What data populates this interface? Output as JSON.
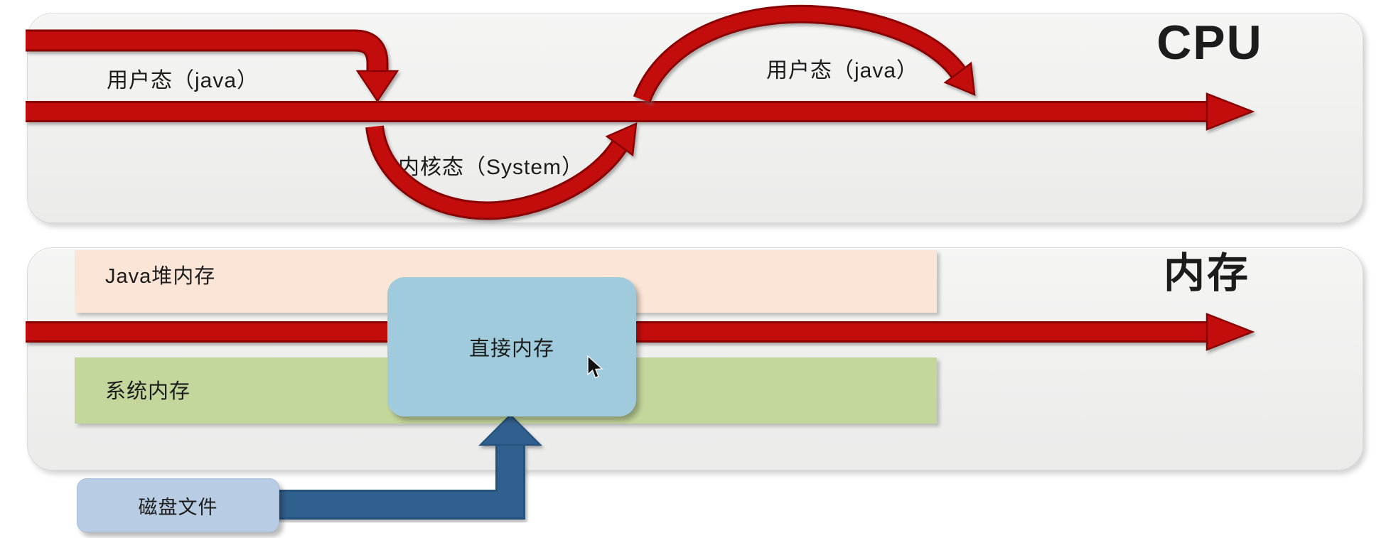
{
  "cpu_panel": {
    "title": "CPU",
    "user_mode_label_1": "用户态（java）",
    "kernel_mode_label": "内核态（System）",
    "user_mode_label_2": "用户态（java）"
  },
  "memory_panel": {
    "title": "内存",
    "java_heap_label": "Java堆内存",
    "system_memory_label": "系统内存",
    "direct_memory_label": "直接内存"
  },
  "disk": {
    "label": "磁盘文件"
  },
  "icons": {
    "cursor": "mouse-arrow-pointer"
  },
  "colors": {
    "arrow_red": "#c30d0d",
    "arrow_red_dark": "#8a0505",
    "panel_bg_top": "#f5f5f4",
    "panel_bg_bottom": "#ebebea",
    "heap_peach": "#fbe5d6",
    "sysmem_green": "#c3d69b",
    "direct_blue": "#9fcbdc",
    "disk_blue": "#b8cce4",
    "connector_blue": "#33608e",
    "connector_blue_dark": "#27527e",
    "text_dark": "#1c1c1c"
  }
}
